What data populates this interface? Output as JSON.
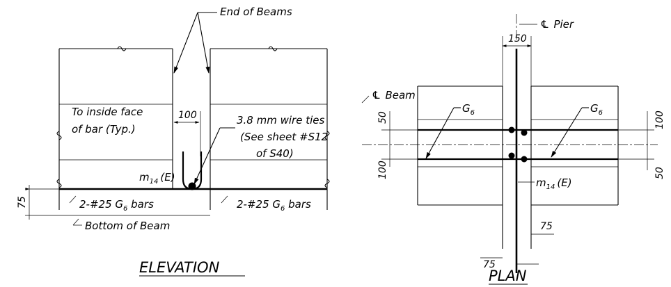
{
  "elevation": {
    "end_of_beams": "End of Beams",
    "inside_face_line1": "To inside face",
    "inside_face_line2": "of bar (Typ.)",
    "dim_100": "100",
    "wire_ties_line1": "3.8 mm wire ties",
    "wire_ties_line2": "(See sheet #S12",
    "wire_ties_line3": "of S40)",
    "m14_base": "m",
    "m14_sub": "14",
    "m14_suffix": "(E)",
    "dim_75": "75",
    "bars_left_prefix": "2-#25 G",
    "bars_left_sub": "6",
    "bars_left_suffix": " bars",
    "bars_right_prefix": "2-#25 G",
    "bars_right_sub": "6",
    "bars_right_suffix": " bars",
    "bottom_of_beam": "Bottom of Beam",
    "title": "ELEVATION"
  },
  "plan": {
    "cl_symbol": "℄",
    "pier_label": "Pier",
    "beam_label": "Beam",
    "dim_150": "150",
    "g6_left_base": "G",
    "g6_left_sub": "6",
    "g6_right_base": "G",
    "g6_right_sub": "6",
    "dim_50_left": "50",
    "dim_100_left": "100",
    "dim_100_right": "100",
    "dim_50_right": "50",
    "m14_base": "m",
    "m14_sub": "14",
    "m14_suffix": "(E)",
    "dim_75_right": "75",
    "dim_75_left": "75",
    "title": "PLAN"
  }
}
